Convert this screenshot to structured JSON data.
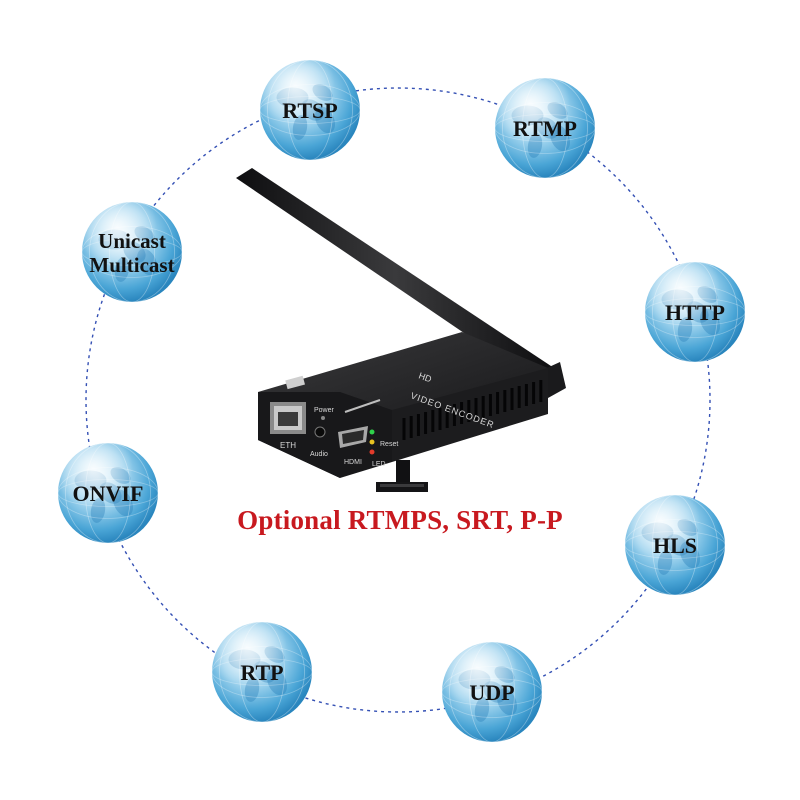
{
  "protocols": [
    {
      "lines": [
        "RTSP"
      ]
    },
    {
      "lines": [
        "RTMP"
      ]
    },
    {
      "lines": [
        "Unicast",
        "Multicast"
      ]
    },
    {
      "lines": [
        "HTTP"
      ]
    },
    {
      "lines": [
        "ONVIF"
      ]
    },
    {
      "lines": [
        "HLS"
      ]
    },
    {
      "lines": [
        "RTP"
      ]
    },
    {
      "lines": [
        "UDP"
      ]
    }
  ],
  "tagline": "Optional RTMPS, SRT, P-P",
  "device": {
    "top_label": "HD",
    "top_label2": "VIDEO ENCODER",
    "ports": {
      "eth": "ETH",
      "power": "Power",
      "audio": "Audio",
      "hdmi": "HDMI",
      "reset": "Reset",
      "led": "LED"
    }
  },
  "colors": {
    "ring": "#3450b4",
    "globe_dark": "#2f8fc4",
    "globe_light": "#d9f0fb",
    "tagline": "#c8191f",
    "device_body": "#1d1d1f"
  },
  "icons": [
    "globe-icon",
    "wifi-antenna",
    "ethernet-port",
    "hdmi-port"
  ]
}
